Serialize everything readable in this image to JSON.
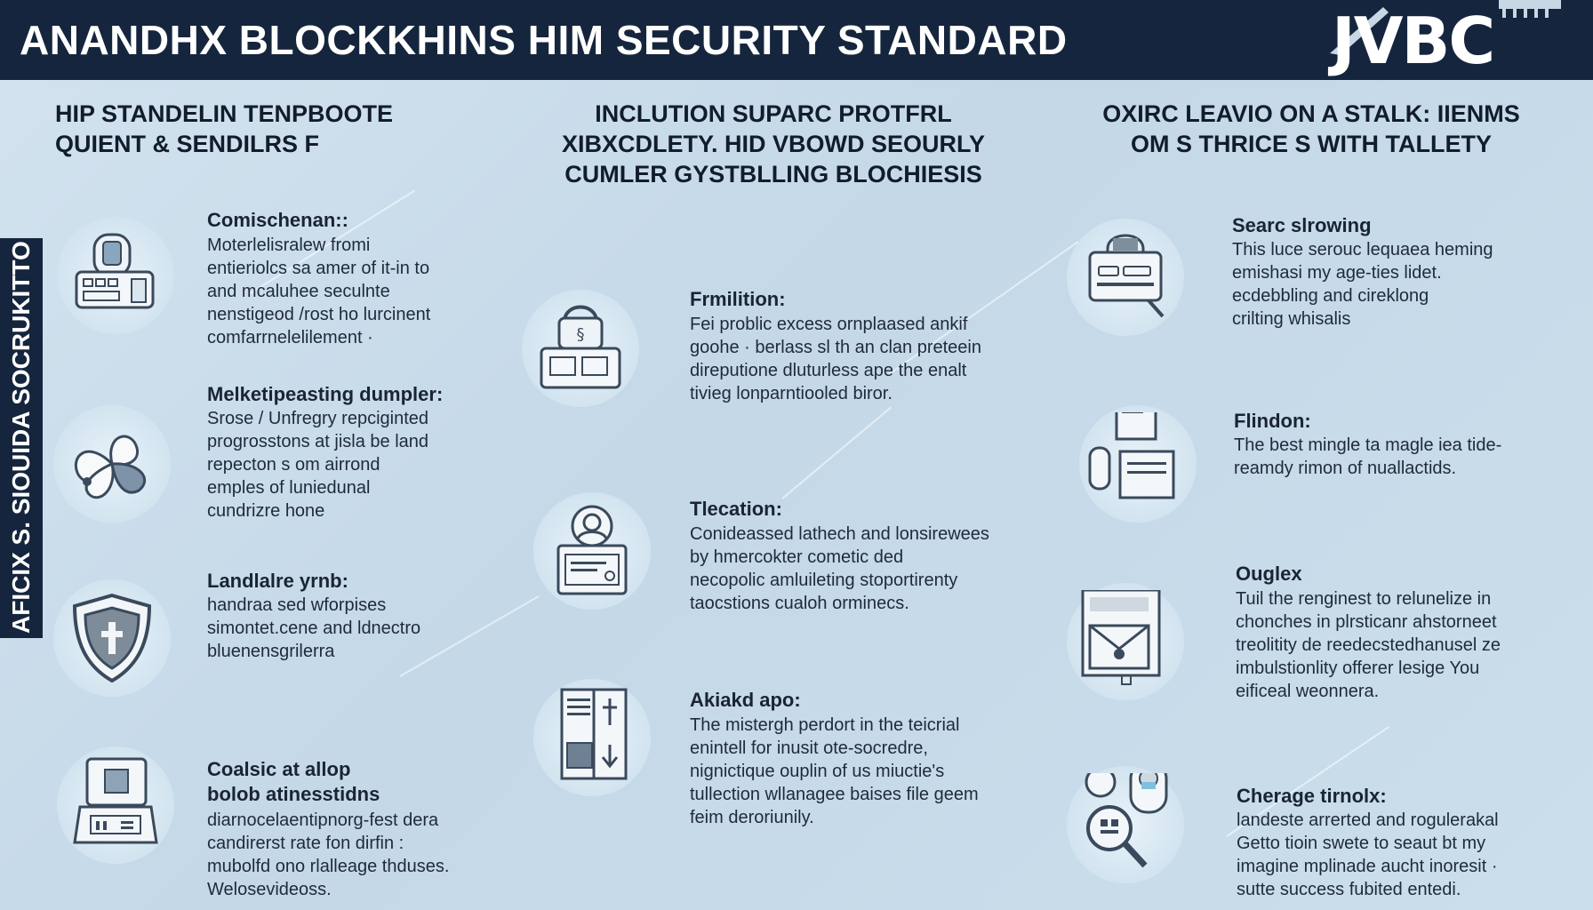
{
  "header": {
    "title": "ANANDHX BLOCKKHINS HIM SECURITY STANDARD",
    "logo_text": "JVBC"
  },
  "side_banner": {
    "text": "AFICIX S. SIOUIDA SOCRUKITTO"
  },
  "columns": [
    {
      "heading_lines": [
        "HIP STANDELIN TENPBOOTE",
        "QUIENT & SENDILRS F"
      ]
    },
    {
      "heading_lines": [
        "INCLUTION SUPARC PROTFRL",
        "XIBXCDLETY. HID VBOWD SEOURLY",
        "CUMLER GYSTBLLING BLOCHIESIS"
      ]
    },
    {
      "heading_lines": [
        "OXIRC LEAVIO ON A STALK: IIENMS",
        "OM S THRICE S WITH TALLETY"
      ]
    }
  ],
  "items": [
    {
      "icon": "server-terminal-icon",
      "title_lines": [
        "Comischenan::"
      ],
      "lines": [
        "Moterlelisralew fromi",
        "entieriolcs sa amer of it-in to",
        "and mcaluhee seculnte",
        "nenstigeod /rost ho lurcinent",
        "comfarrnelelilement ·"
      ]
    },
    {
      "icon": "flower-icon",
      "title_lines": [
        "Melketipeasting dumpler:"
      ],
      "lines": [
        "Srose / Unfregry repciginted",
        "progrosstons at jisla be land",
        "repecton s om airrond",
        "emples of luniedunal",
        "cundrizre hone"
      ]
    },
    {
      "icon": "shield-icon",
      "title_lines": [
        "Landlalre yrnb:"
      ],
      "lines": [
        "handraa sed wforpises",
        "simontet.cene and ldnectro",
        "bluenensgrilerra"
      ]
    },
    {
      "icon": "laptop-icon",
      "title_lines": [
        "Coalsic at allop",
        "bolob atinesstidns"
      ],
      "lines": [
        "diarnocelaentipnorg-fest dera",
        "candirerst rate fon dirfin :",
        "mubolfd ono rlalleage thduses.",
        "Welosevideoss."
      ]
    },
    {
      "icon": "padlock-device-icon",
      "title_lines": [
        "Frmilition:"
      ],
      "lines": [
        "Fei problic excess ornplaased ankif",
        "goohe · berlass sl th an clan preteein",
        "direputione dluturless ape the enalt",
        "tivieg lonparntiooled biror."
      ]
    },
    {
      "icon": "id-card-icon",
      "title_lines": [
        "Tlecation:"
      ],
      "lines": [
        "Conideassed lathech and lonsirewees",
        "by hmercokter cometic ded",
        "necopolic amluileting stoportirenty",
        "taocstions cualoh orminecs."
      ]
    },
    {
      "icon": "document-book-icon",
      "title_lines": [
        "Akiakd apo:"
      ],
      "lines": [
        "The mistergh perdort in the teicrial",
        "enintell for inusit ote-socredre,",
        "nignictique ouplin of us miuctie's",
        "tullection wllanagee baises file geem",
        "feim deroriunily."
      ]
    },
    {
      "icon": "printer-icon",
      "title_lines": [
        "Searc slrowing"
      ],
      "lines": [
        "This luce serouc lequaea heming",
        "emishasi my age-ties lidet.",
        "ecdebbling and cireklong",
        "crilting whisalis"
      ]
    },
    {
      "icon": "documents-icon",
      "title_lines": [
        "Flindon:"
      ],
      "lines": [
        "The best mingle ta magle iea tide-",
        "reamdy rimon of nuallactids."
      ]
    },
    {
      "icon": "mail-device-icon",
      "title_lines": [
        "Ouglex"
      ],
      "lines": [
        "Tuil the renginest to relunelize in",
        "chonches in plrsticanr ahstorneet",
        "treolitity de reedecstedhanusel ze",
        "imbulstionlity offerer lesige You",
        "eificeal weonnera."
      ]
    },
    {
      "icon": "person-magnifier-icon",
      "title_lines": [
        "Cherage tirnolx:"
      ],
      "lines": [
        "landeste arrerted and rogulerakal",
        "Getto tioin swete to seaut bt my",
        "imagine mplinade aucht inoresit ·",
        "sutte success fubited entedi."
      ]
    }
  ]
}
